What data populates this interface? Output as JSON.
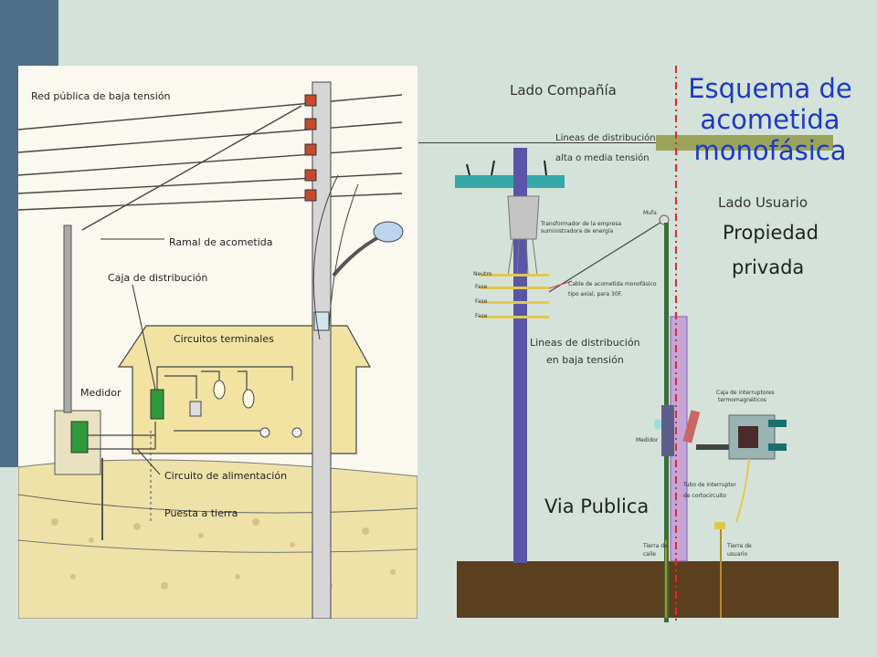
{
  "colors": {
    "slide_bg": "#d4e2d9",
    "side_bar": "#4f6e87",
    "title": "#1d39c8",
    "ground": "#5b3f1e",
    "pole": "#5b55a8",
    "crossarm": "#36a8a8",
    "dash_line": "#e02a2a",
    "olive": "#9aa35a"
  },
  "title": {
    "line1": "Esquema de",
    "line2": "acometida",
    "line3": "monofásica"
  },
  "left_diagram": {
    "red_publica": "Red pública de baja tensión",
    "ramal": "Ramal de acometida",
    "caja": "Caja de distribución",
    "circuitos": "Circuitos terminales",
    "medidor": "Medidor",
    "circuito_alim": "Circuito de alimentación",
    "puesta_tierra": "Puesta a tierra"
  },
  "right_diagram": {
    "lado_compania": "Lado Compañía",
    "lineas_at_1": "Lineas de distribución",
    "lineas_at_2": "alta o media tensión",
    "lado_usuario": "Lado Usuario",
    "propiedad_1": "Propiedad",
    "propiedad_2": "privada",
    "transformador_1": "Transformador de la empresa",
    "transformador_2": "suministradora de energía",
    "mufa": "Mufa",
    "neutro": "Neutro",
    "fase1": "Fase",
    "fase2": "Fase",
    "fase3": "Fase",
    "cable_1": "Cable de acometida monofásico",
    "cable_2": "tipo axial, para 30F.",
    "lineas_bt_1": "Lineas de distribución",
    "lineas_bt_2": "en baja tensión",
    "caja_int_1": "Caja de interruptores",
    "caja_int_2": "termomagnéticos",
    "medidor": "Medidor",
    "tubo_1": "Tubo de interruptor",
    "tubo_2": "de cortocircuito",
    "via_publica": "Via Publica",
    "tierra_calle_1": "Tierra de",
    "tierra_calle_2": "calle",
    "tierra_usuario_1": "Tierra de",
    "tierra_usuario_2": "usuario"
  }
}
